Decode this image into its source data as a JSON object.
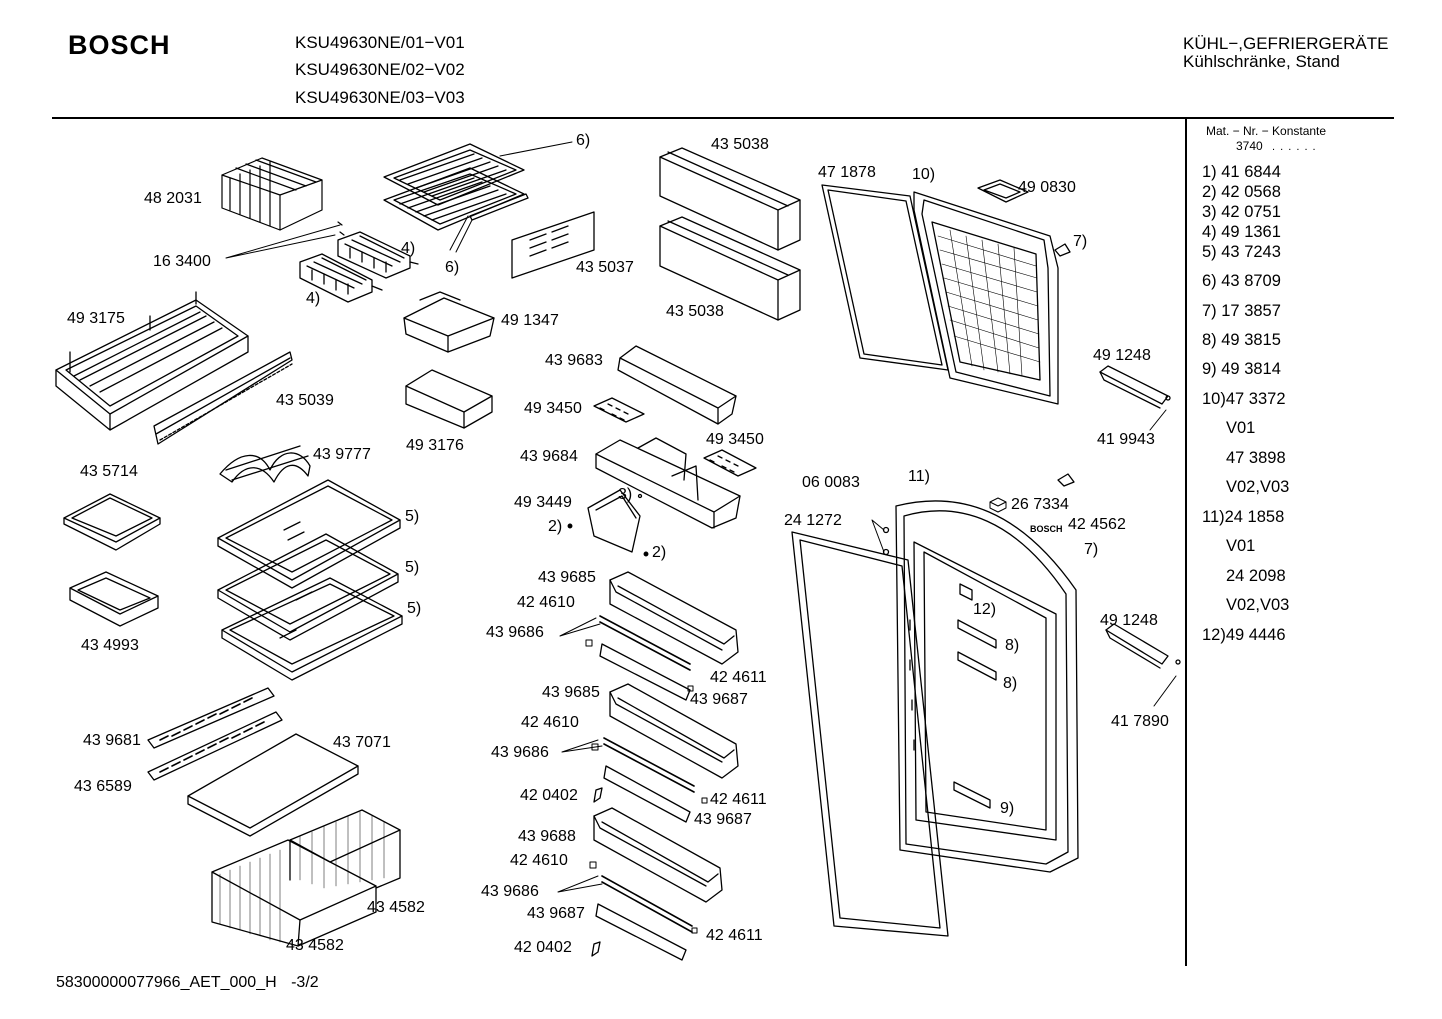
{
  "header": {
    "brand": "BOSCH",
    "models": [
      "KSU49630NE/01−V01",
      "KSU49630NE/02−V02",
      "KSU49630NE/03−V03"
    ],
    "category_line1": "KÜHL−,GEFRIERGERÄTE",
    "category_line2": "Kühlschränke, Stand"
  },
  "sidebar": {
    "header": "Mat. − Nr. − Konstante",
    "constant": "3740",
    "dots": ". .   . . . .",
    "items": [
      "1)  41 6844",
      "2)  42 0568",
      "3)  42 0751",
      "4)  49 1361",
      "5)  43 7243",
      "6)  43 8709",
      "7)  17 3857",
      "8)  49 3815",
      "9)  49 3814",
      "10)47 3372",
      "V01",
      "47 3898",
      "V02,V03",
      "11)24 1858",
      "V01",
      "24 2098",
      "V02,V03",
      "12)49 4446"
    ]
  },
  "labels": {
    "p482031": "48 2031",
    "p163400": "16 3400",
    "r6a": "6)",
    "r6b": "6)",
    "r4a": "4)",
    "r4b": "4)",
    "p435037": "43 5037",
    "p435038a": "43 5038",
    "p435038b": "43 5038",
    "p471878": "47 1878",
    "r10": "10)",
    "p490830": "49 0830",
    "r7a": "7)",
    "p493175": "49 3175",
    "p491347": "49 1347",
    "p435039": "43 5039",
    "p493176": "49 3176",
    "p439683": "43 9683",
    "p493450a": "49 3450",
    "p493450b": "49 3450",
    "p439684": "43 9684",
    "p491248a": "49 1248",
    "p419943": "41 9943",
    "p435714": "43 5714",
    "p439777": "43 9777",
    "r5a": "5)",
    "r5b": "5)",
    "r5c": "5)",
    "p493449": "49 3449",
    "r3": "3)",
    "r2a": "2)",
    "r2b": "2)",
    "p060083": "06 0083",
    "r11": "11)",
    "p267334": "26 7334",
    "mini_brand": "BOSCH",
    "p424562": "42 4562",
    "p241272": "24 1272",
    "r7b": "7)",
    "p434993": "43 4993",
    "p439685a": "43 9685",
    "p424610a": "42 4610",
    "p439686a": "43 9686",
    "r12": "12)",
    "p491248b": "49 1248",
    "r8a": "8)",
    "r8b": "8)",
    "p424611a": "42 4611",
    "p439687a": "43 9687",
    "p417890": "41 7890",
    "p439685b": "43 9685",
    "p424610b": "42 4610",
    "p439681": "43 9681",
    "p437071": "43 7071",
    "p439686b": "43 9686",
    "p436589": "43 6589",
    "p420402a": "42 0402",
    "p424611b": "42 4611",
    "p439687b": "43 9687",
    "r9": "9)",
    "p439688": "43 9688",
    "p424610c": "42 4610",
    "p439686c": "43 9686",
    "p434582a": "43 4582",
    "p439687c": "43 9687",
    "p434582b": "43 4582",
    "p424611c": "42 4611",
    "p420402b": "42 0402"
  },
  "footer": {
    "doc_id": "58300000077966_AET_000_H",
    "page": "-3/2"
  }
}
